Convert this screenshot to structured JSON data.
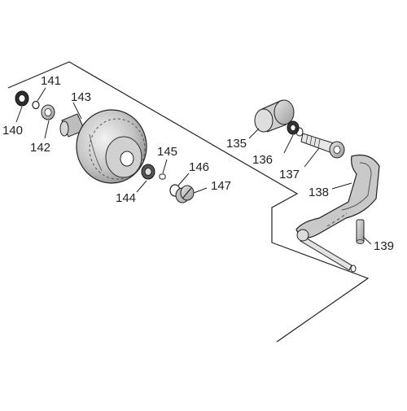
{
  "diagram": {
    "type": "exploded-parts-view",
    "line_color": "#222222",
    "part_shade": "#b8b8b8",
    "dark_part": "#3a3a3a",
    "callouts": {
      "p135": "135",
      "p136": "136",
      "p137": "137",
      "p138": "138",
      "p139": "139",
      "p140": "140",
      "p141": "141",
      "p142": "142",
      "p143": "143",
      "p144": "144",
      "p145": "145",
      "p146": "146",
      "p147": "147"
    }
  }
}
